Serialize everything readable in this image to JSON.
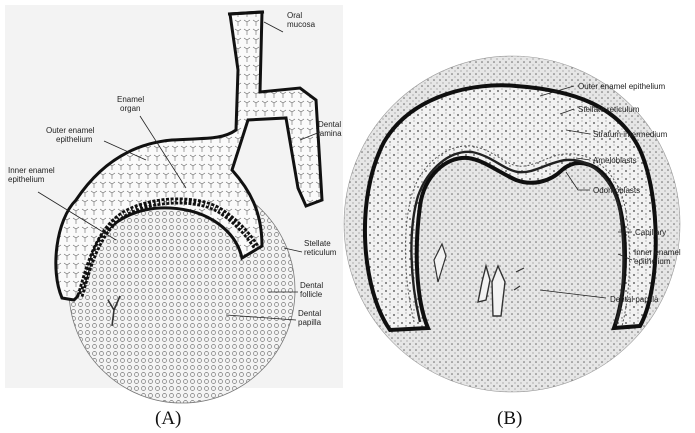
{
  "panel_a": {
    "caption": "(A)",
    "labels": {
      "oral_mucosa_1": "Oral",
      "oral_mucosa_2": "mucosa",
      "dental_lamina_1": "Dental",
      "dental_lamina_2": "lamina",
      "enamel_organ_1": "Enamel",
      "enamel_organ_2": "organ",
      "outer_enamel_1": "Outer enamel",
      "outer_enamel_2": "epithelium",
      "inner_enamel_1": "Inner enamel",
      "inner_enamel_2": "epithelium",
      "stellate_1": "Stellate",
      "stellate_2": "reticulum",
      "follicle_1": "Dental",
      "follicle_2": "follicle",
      "papilla_1": "Dental",
      "papilla_2": "papilla"
    }
  },
  "panel_b": {
    "caption": "(B)",
    "labels": {
      "outer_enamel": "Outer enamel epithelium",
      "stellate": "Stellate reticulum",
      "stratum": "Stratum intermedium",
      "ameloblasts": "Ameloblasts",
      "odontoblasts": "Odontoblasts",
      "capillary": "Capillary",
      "inner_enamel_1": "Inner enamel",
      "inner_enamel_2": "epithelium",
      "papilla": "Dental papilla"
    }
  },
  "colors": {
    "tissue_dark": "#1a1a1a",
    "stipple": "#555555",
    "background_b": "#e8e8e8"
  }
}
